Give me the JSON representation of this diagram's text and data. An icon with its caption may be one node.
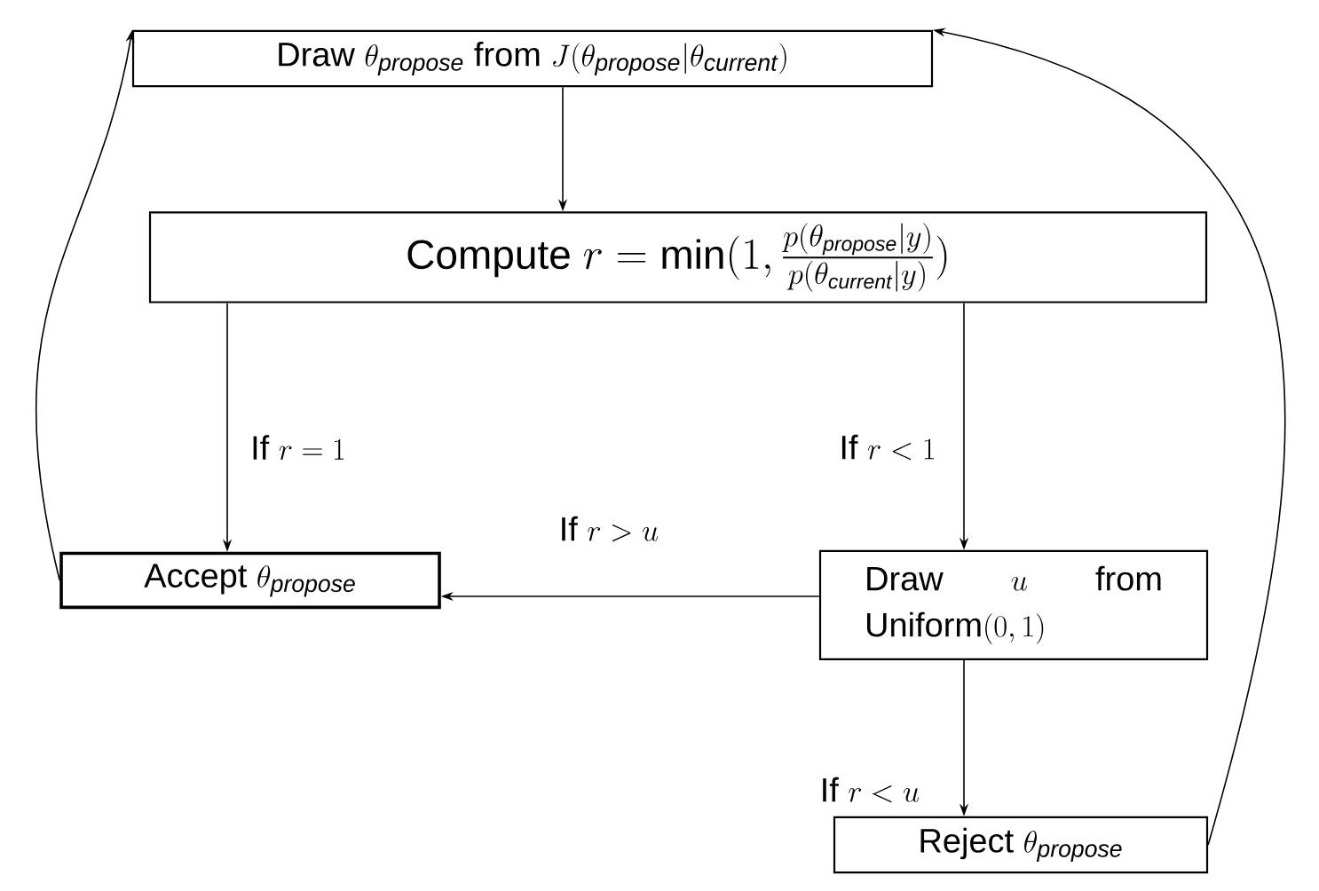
{
  "diagram": {
    "nodes": [
      {
        "text": [
          "\\text{Draw }\\theta_{\\mathit{propose}}\\text{ from }J(\\theta_{\\mathit{propose}}|\\theta_{\\mathit{current}})"
        ]
      },
      {
        "text": [
          "\\text{Compute }r=\\min(1,\\frac{p(\\theta_{\\mathit{propose}}|y)}{p(\\theta_{\\mathit{current}}|y)})"
        ]
      },
      {
        "text": [
          "\\text{Accept }\\theta_{\\mathit{propose}}"
        ]
      },
      {
        "text": [
          "\\begin{aligned}&\\text{Draw}\\qquad u\\qquad\\text{from}\\\\&\\text{Uniform}(0,1)\\end{aligned}"
        ]
      },
      {
        "text": [
          "\\text{Reject }\\theta_{\\mathit{propose}}"
        ]
      }
    ],
    "edges": [
      {
        "from": 0,
        "to": 1,
        "arrow": "to"
      },
      {
        "from": 1,
        "to": 2,
        "arrow": "to",
        "label": "\\text{If }r=1"
      },
      {
        "from": 1,
        "to": 3,
        "arrow": "to",
        "label": "\\text{If }r<1"
      },
      {
        "from": 3,
        "to": 2,
        "arrow": "to",
        "label": "\\text{If }r>u"
      },
      {
        "from": 3,
        "to": 4,
        "arrow": "to",
        "label": "\\text{If }r<u"
      },
      {
        "from": 2,
        "to": 0,
        "arrow": "to"
      },
      {
        "from": 4,
        "to": 0,
        "arrow": "to"
      }
    ]
  }
}
